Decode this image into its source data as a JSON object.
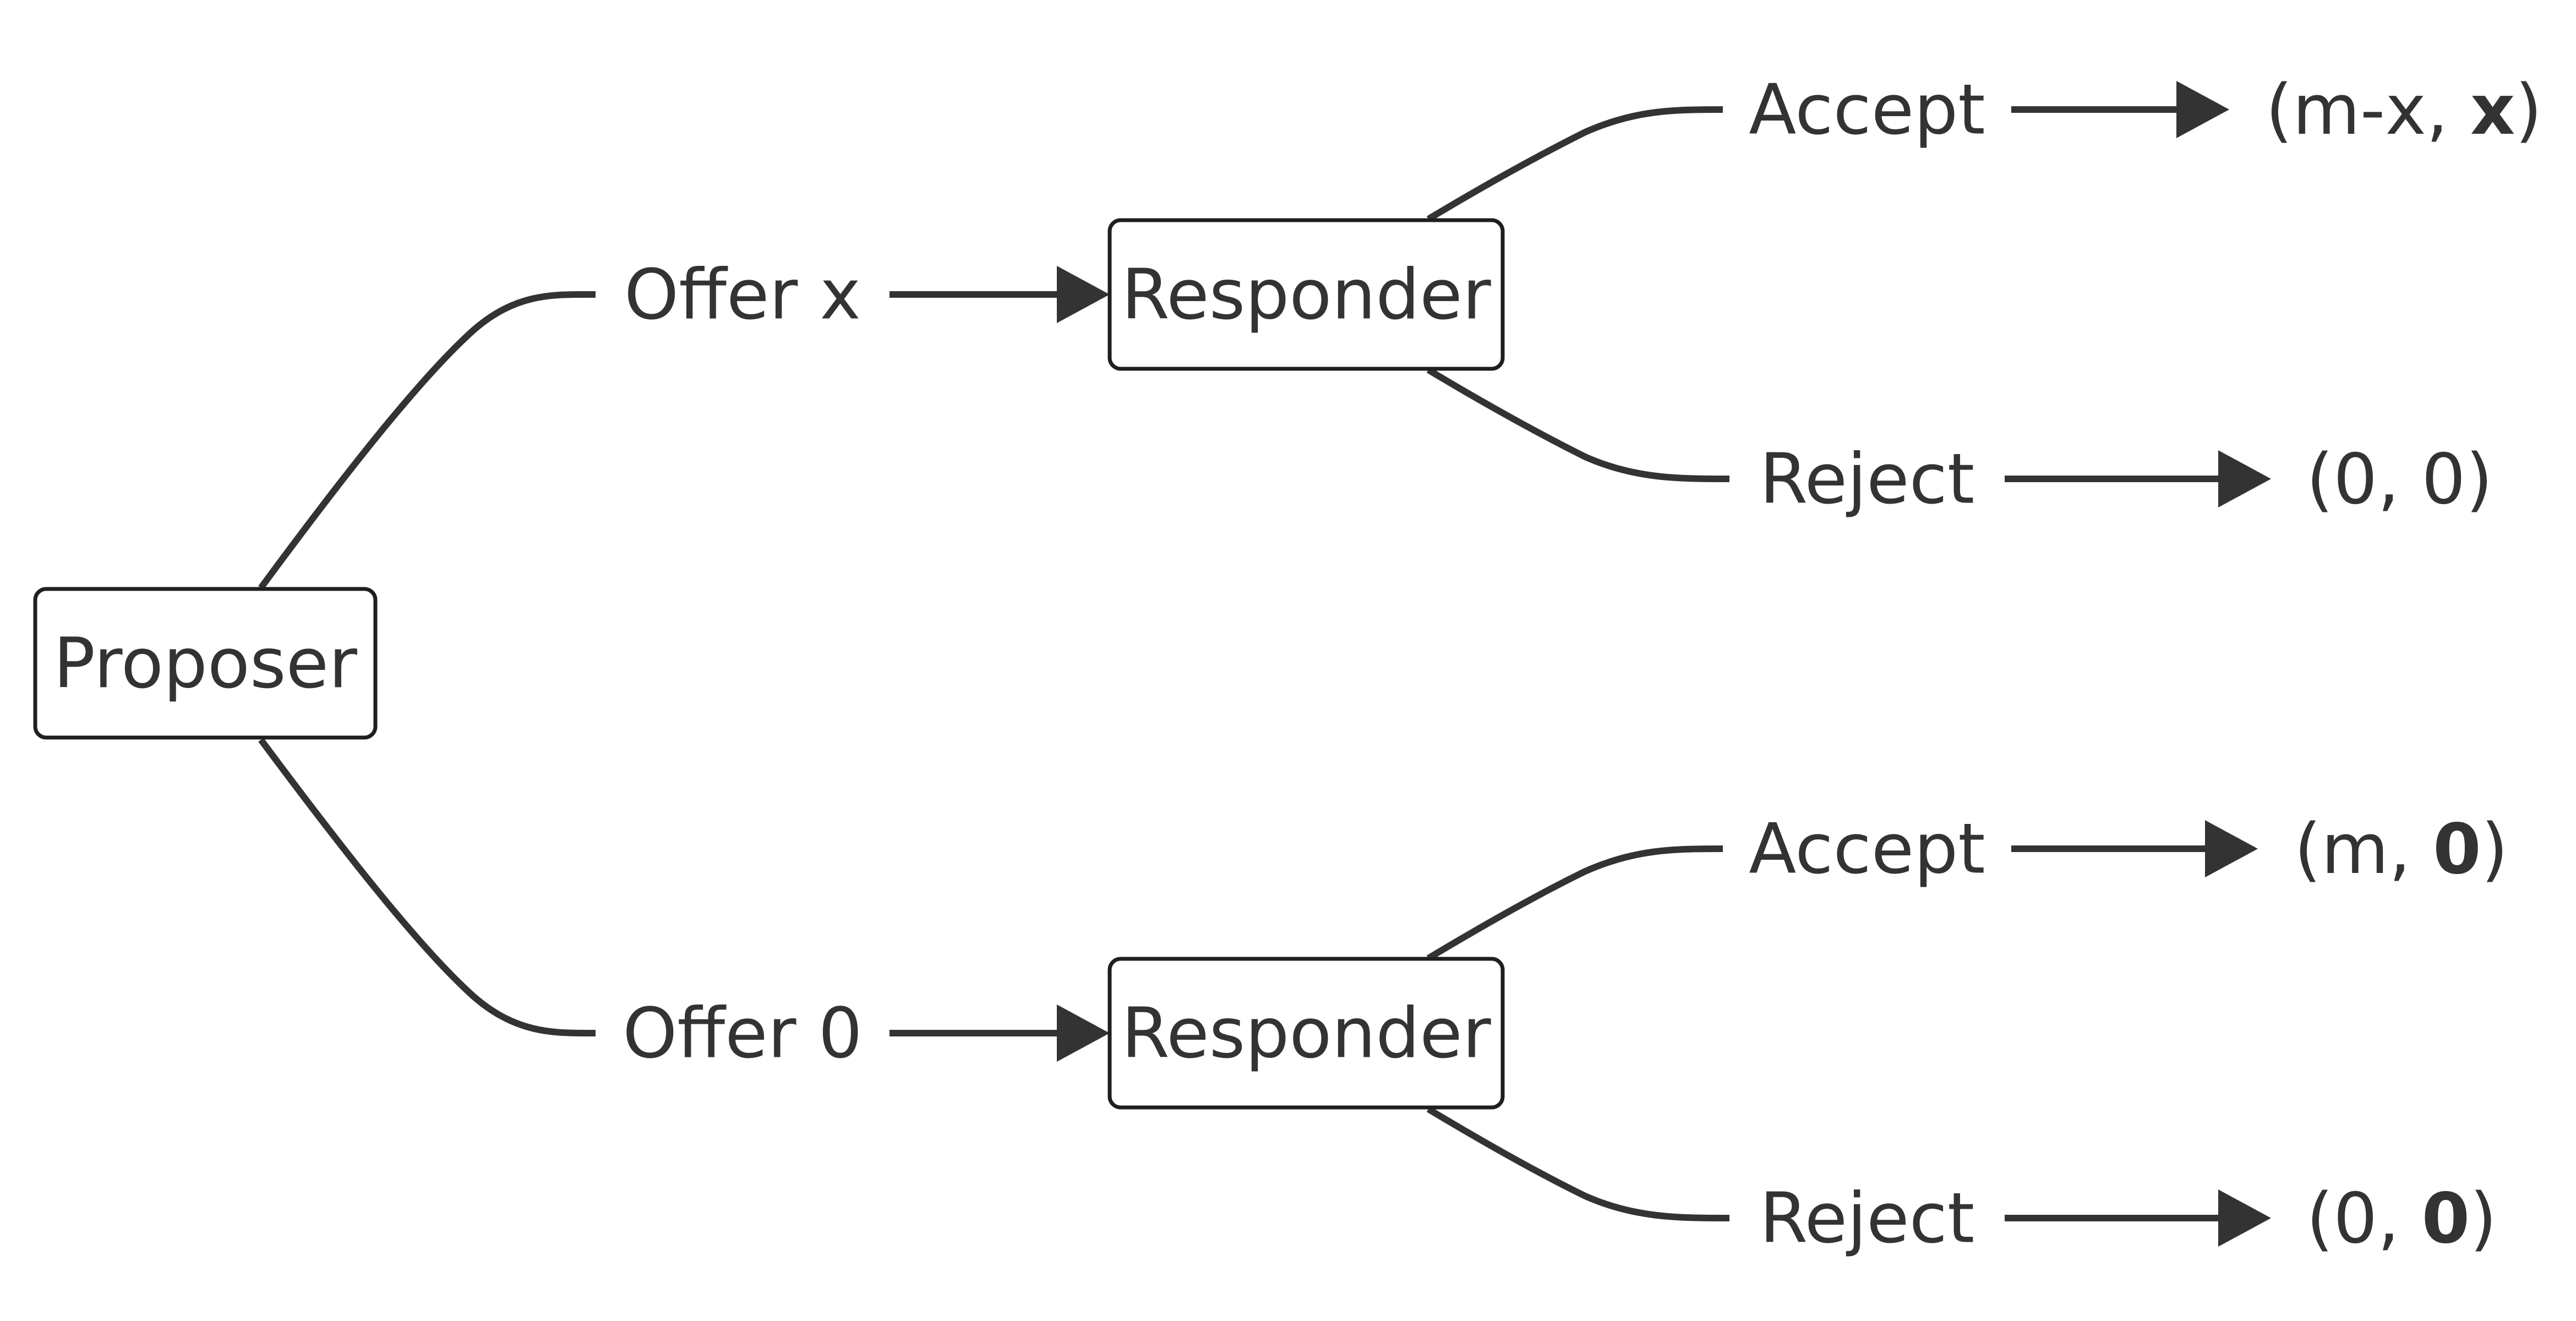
{
  "nodes": {
    "proposer": "Proposer",
    "responder_top": "Responder",
    "responder_bottom": "Responder"
  },
  "offers": {
    "top": "Offer x",
    "bottom": "Offer 0"
  },
  "responses": {
    "top_accept": "Accept",
    "top_reject": "Reject",
    "bottom_accept": "Accept",
    "bottom_reject": "Reject"
  },
  "payoffs": {
    "top_accept": {
      "open": "(m-x, ",
      "bold": "x",
      "close": ")"
    },
    "top_reject": {
      "text": "(0, 0)"
    },
    "bottom_accept": {
      "open": "(m, ",
      "bold": "0",
      "close": ")"
    },
    "bottom_reject": {
      "open": "(0, ",
      "bold": "0",
      "close": ")"
    }
  },
  "colors": {
    "line": "#333333",
    "text": "#333333",
    "node_border": "#1f1f1f",
    "background": "#ffffff"
  }
}
